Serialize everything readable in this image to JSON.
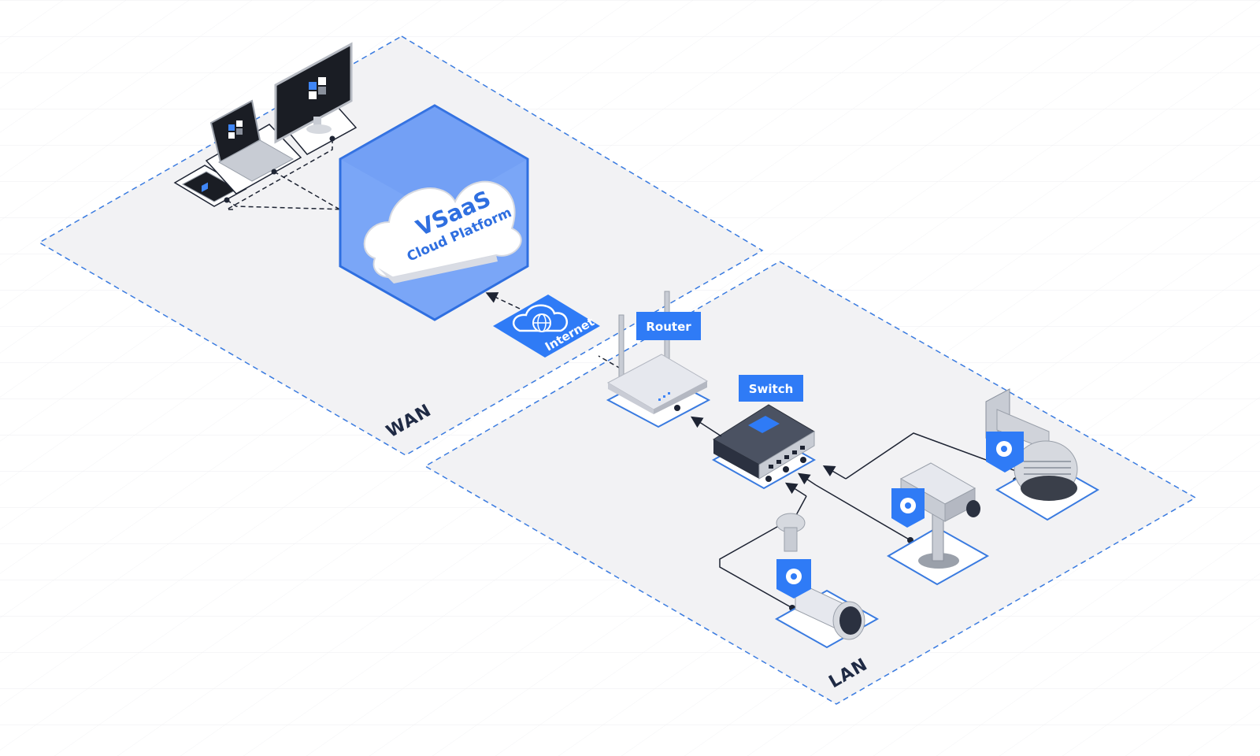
{
  "zones": {
    "wan_label": "WAN",
    "lan_label": "LAN"
  },
  "cloud": {
    "title": "VSaaS",
    "subtitle": "Cloud Platform"
  },
  "internet": {
    "label": "Internet"
  },
  "devices": {
    "router_label": "Router",
    "switch_label": "Switch"
  },
  "colors": {
    "accent": "#2f7bf6",
    "zone_fill": "#f2f2f4",
    "zone_border": "#3a7be0",
    "cloud_hex": "#5b8ff0",
    "line": "#1e2433"
  },
  "icons": [
    "monitor-icon",
    "laptop-icon",
    "phone-icon",
    "cloud-icon",
    "globe-icon",
    "router-icon",
    "switch-icon",
    "gear-icon",
    "ptz-camera-icon",
    "box-camera-icon",
    "bullet-camera-icon"
  ]
}
